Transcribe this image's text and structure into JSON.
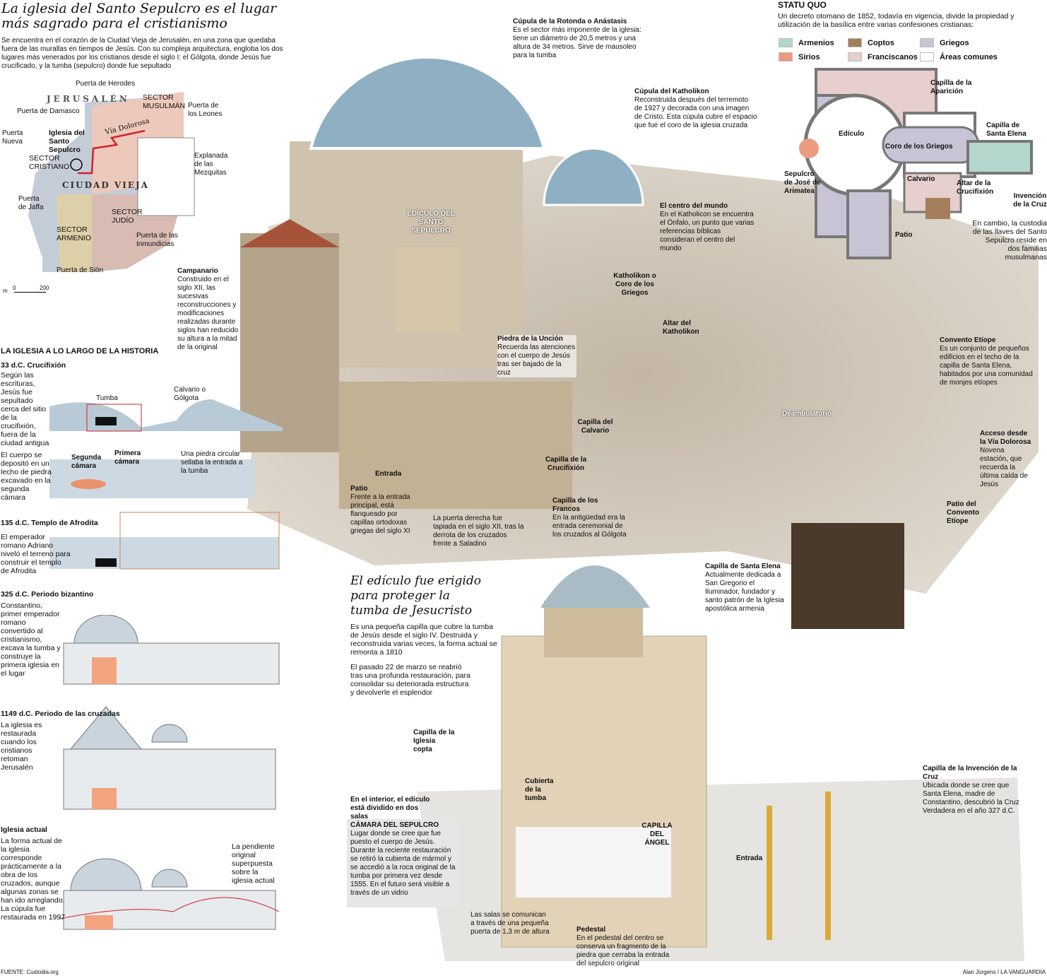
{
  "header": {
    "title": "La iglesia del Santo Sepulcro es el lugar más sagrado para el cristianismo",
    "intro": "Se encuentra en el corazón de la Ciudad Vieja de Jerusalén, en una zona que quedaba fuera de las murallas en tiempos de Jesús. Con su compleja arquitectura, engloba los dos lugares más venerados por los cristianos desde el siglo I: el Gólgota, donde Jesús fue crucificado, y la tumba (sepulcro) donde fue sepultado"
  },
  "map": {
    "city": "JERUSALÉN",
    "old_city": "CIUDAD VIEJA",
    "gates": [
      "Puerta de Herodes",
      "Puerta de Damasco",
      "Puerta de los Leones",
      "Puerta Nueva",
      "Puerta de Jaffa",
      "Puerta de las Inmundicias",
      "Puerta de Sión"
    ],
    "sectors": [
      "SECTOR MUSULMÁN",
      "SECTOR CRISTIANO",
      "SECTOR ARMENIO",
      "SECTOR JUDÍO"
    ],
    "church": "Iglesia del Santo Sepulcro",
    "via": "Vía Dolorosa",
    "esplanade": "Explanada de las Mezquitas",
    "scale_unit": "m",
    "scale_0": "0",
    "scale_200": "200",
    "colors": {
      "cristiano": "#c4ccd8",
      "musulman": "#ecc9bb",
      "armenio": "#ddd0a8",
      "judio": "#d8bcb4",
      "route": "#d4202a"
    }
  },
  "statu_quo": {
    "title": "STATU QUO",
    "text": "Un decreto otomano de 1852, todavía en vigencia, divide la propiedad y utilización de la basílica entre varias confesiones cristianas:",
    "legend": [
      {
        "label": "Armenios",
        "color": "#b5d6cc"
      },
      {
        "label": "Coptos",
        "color": "#a57e5c"
      },
      {
        "label": "Griegos",
        "color": "#c8c4d6"
      },
      {
        "label": "Sirios",
        "color": "#eb9c80"
      },
      {
        "label": "Franciscanos",
        "color": "#e6cfcc"
      },
      {
        "label": "Áreas comunes",
        "color": "#ffffff"
      }
    ],
    "plan_labels": [
      "Capilla de la Aparición",
      "Edículo",
      "Coro de los Griegos",
      "Capilla de Santa Elena",
      "Sepulcro de José de Arimatea",
      "Calvario",
      "Altar de la Crucifixión",
      "Invención de la Cruz",
      "Patio"
    ],
    "note": "En cambio, la custodia de las llaves del Santo Sepulcro reside en dos familias musulmanas"
  },
  "history": {
    "title": "LA IGLESIA A LO LARGO DE LA HISTORIA",
    "periods": [
      {
        "heading": "33 d.C. Crucifixión",
        "text": "Según las escrituras, Jesús fue sepultado cerca del sitio de la crucifixión, fuera de la ciudad antigua",
        "labels": [
          "Tumba",
          "Calvario o Gólgota"
        ]
      },
      {
        "text": "El cuerpo se depositó en un lecho de piedra excavado en la segunda cámara",
        "labels": [
          "Segunda cámara",
          "Primera cámara",
          "Una piedra circular sellaba la entrada a la tumba"
        ]
      },
      {
        "heading": "135 d.C. Templo de Afrodita",
        "text": "El emperador romano Adriano niveló el terreno para construir el templo de Afrodita"
      },
      {
        "heading": "325 d.C. Periodo bizantino",
        "text": "Constantino, primer emperador romano convertido al cristianismo, excava la tumba y construye la primera iglesia en el lugar"
      },
      {
        "heading": "1149 d.C. Periodo de las cruzadas",
        "text": "La iglesia es restaurada cuando los cristianos retoman Jerusalén"
      },
      {
        "heading": "Iglesia actual",
        "text": "La forma actual de la iglesia corresponde prácticamente a la obra de los cruzados, aunque algunas zonas se han ido arreglando. La cúpula fue restaurada en 1997",
        "labels": [
          "La pendiente original superpuesta sobre la iglesia actual"
        ]
      }
    ]
  },
  "main": {
    "annotations": [
      {
        "h": "Cúpula de la Rotonda o Anástasis",
        "t": "Es el sector más imponente de la iglesia: tiene un diámetro de 20,5 metros y una altura de 34 metros. Sirve de mausoleo para la tumba"
      },
      {
        "h": "Cúpula del Katholikon",
        "t": "Reconstruida después del terremoto de 1927 y decorada con una imagen de Cristo. Esta cúpula cubre el espacio que fue el coro de la iglesia cruzada"
      },
      {
        "h": "El centro del mundo",
        "t": "En el Katholicon se encuentra el Ónfalo, un punto que varias referencias bíblicas consideran el centro del mundo"
      },
      {
        "h": "Campanario",
        "t": "Construido en el siglo XII, las sucesivas reconstrucciones y modificaciones realizadas durante siglos han reducido su altura a la mitad de la original"
      },
      {
        "h": "Piedra de la Unción",
        "t": "Recuerda las atenciones con el cuerpo de Jesús tras ser bajado de la cruz"
      },
      {
        "h": "Patio",
        "t": "Frente a la entrada principal, está flanqueado por capillas ortodoxas griegas del siglo XI"
      },
      {
        "h": "",
        "t": "La puerta derecha fue tapiada en el siglo XII, tras la derrota de los cruzados frente a Saladino"
      },
      {
        "h": "Capilla de los Francos",
        "t": "En la antigüedad era la entrada ceremonial de los cruzados al Gólgota"
      },
      {
        "h": "Convento Etíope",
        "t": "Es un conjunto de pequeños edificios en el techo de la capilla de Santa Elena, habitados por una comunidad de monjes etíopes"
      },
      {
        "h": "Acceso desde la Vía Dolorosa",
        "t": "Novena estación, que recuerda la última caída de Jesús"
      },
      {
        "h": "Capilla de Santa Elena",
        "t": "Actualmente dedicada a San Gregorio el Iluminador, fundador y santo patrón de la Iglesia apostólica armenia"
      },
      {
        "h": "Capilla de la Invención de la Cruz",
        "t": "Ubicada donde se cree que Santa Elena, madre de Constantino, descubrió la Cruz Verdadera en el año 327 d.C."
      }
    ],
    "labels": [
      "EDÍCULO DEL SANTO SEPULCRO",
      "Katholikon o Coro de los Griegos",
      "Altar del Katholikon",
      "Capilla del Calvario",
      "Capilla de la Crucifixión",
      "Entrada",
      "Deambulatorio",
      "Patio del Convento Etíope"
    ]
  },
  "edicule": {
    "title": "El edículo fue erigido para proteger la tumba de Jesucristo",
    "p1": "Es una pequeña capilla que cubre la tumba de Jesús desde el siglo IV. Destruida y reconstruida varias veces, la forma actual se remonta a 1810",
    "p2": "El pasado 22 de marzo se reabrió tras una profunda restauración, para consolidar su deteriorada estructura y devolverle el esplendor",
    "coptic": "Capilla de la Iglesia copta",
    "interior": "En el interior, el edículo está dividido en dos salas",
    "chamber_h": "CÁMARA DEL SEPULCRO",
    "chamber_t": "Lugar donde se cree que fue puesto el cuerpo de Jesús. Durante la reciente restauración se retiró la cubierta de mármol y se accedió a la roca original de la tumba por primera vez desde 1555. En el futuro será visible a través de un vidrio",
    "cover": "Cubierta de la tumba",
    "angel": "CAPILLA DEL ÁNGEL",
    "entrance": "Entrada",
    "door": "Las salas se comunican a través de una pequeña puerta de 1,3 m de altura",
    "pedestal_h": "Pedestal",
    "pedestal_t": "En el pedestal del centro se conserva un fragmento de la piedra que cerraba la entrada del sepulcro original"
  },
  "footer": {
    "source": "FUENTE: Custodia.org",
    "credit": "Alan Jürgens / LA VANGUARDIA"
  }
}
